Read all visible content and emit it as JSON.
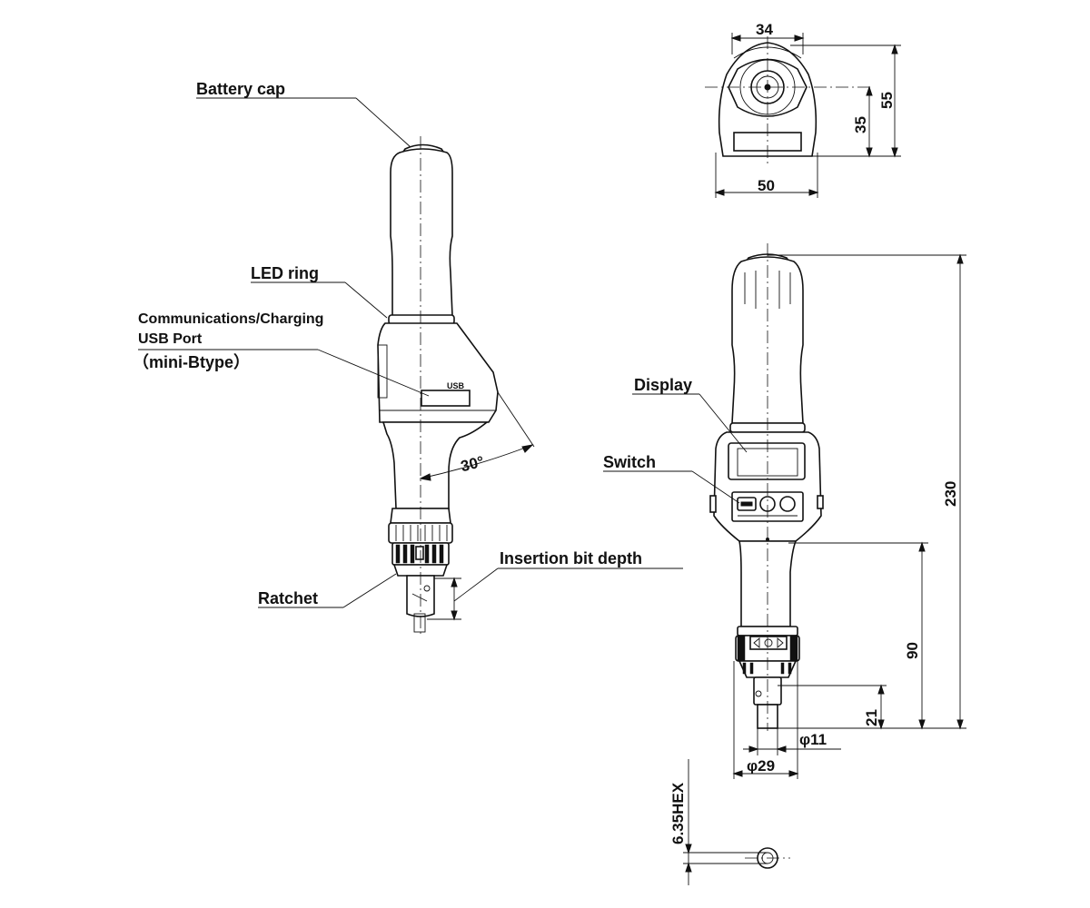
{
  "labels": {
    "battery_cap": "Battery cap",
    "led_ring": "LED ring",
    "usb_port_line1": "Communications/Charging",
    "usb_port_line2": "USB Port",
    "usb_port_line3": "（mini-Btype）",
    "ratchet": "Ratchet",
    "insertion_bit_depth": "Insertion bit depth",
    "display": "Display",
    "switch": "Switch",
    "usb_marking": "USB"
  },
  "dimensions": {
    "top_width_34": "34",
    "top_width_50": "50",
    "top_height_35": "35",
    "top_height_55": "55",
    "angle_30": "30°",
    "length_230": "230",
    "length_90": "90",
    "length_21": "21",
    "dia_11": "φ11",
    "dia_29": "φ29",
    "hex_635": "6.35HEX"
  }
}
